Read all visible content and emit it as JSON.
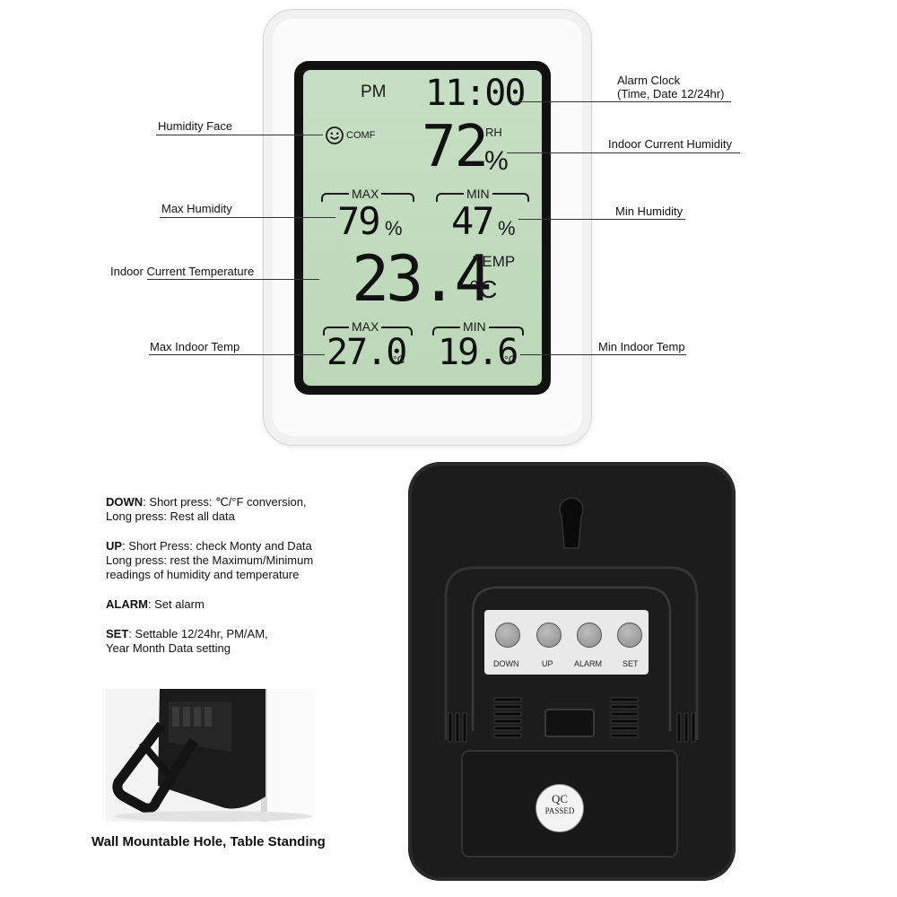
{
  "lcd": {
    "pm": "PM",
    "time": "11:00",
    "comf": "COMF",
    "humidity_value": "72",
    "rh": "RH",
    "percent": "%",
    "max_label": "MAX",
    "min_label": "MIN",
    "max_humidity": "79",
    "min_humidity": "47",
    "temp_value": "23.4",
    "temp_label": "TEMP",
    "celsius": "°C",
    "max_temp": "27.0",
    "min_temp": "19.6"
  },
  "callouts": {
    "alarm_clock_line1": "Alarm Clock",
    "alarm_clock_line2": "(Time, Date 12/24hr)",
    "humidity_face": "Humidity Face",
    "indoor_humidity": "Indoor Current Humidity",
    "max_humidity": "Max Humidity",
    "min_humidity": "Min Humidity",
    "indoor_temp": "Indoor Current Temperature",
    "max_indoor_temp": "Max Indoor Temp",
    "min_indoor_temp": "Min Indoor Temp"
  },
  "instructions": {
    "down_key": "DOWN",
    "down_text1": ":  Short press: ℃/°F conversion,",
    "down_text2": "Long press: Rest all data",
    "up_key": "UP",
    "up_text1": ": Short Press: check Monty and Data",
    "up_text2": "Long press: rest the Maximum/Minimum",
    "up_text3": "readings of humidity and temperature",
    "alarm_key": "ALARM",
    "alarm_text": ": Set alarm",
    "set_key": "SET",
    "set_text1": ": Settable 12/24hr, PM/AM,",
    "set_text2": "Year Month Data setting"
  },
  "caption": "Wall Mountable Hole, Table Standing",
  "back": {
    "buttons": [
      "DOWN",
      "UP",
      "ALARM",
      "SET"
    ],
    "qc_line1": "QC",
    "qc_line2": "PASSED"
  },
  "colors": {
    "lcd_background": "#c2dbbe",
    "device_white": "#fbfbfb",
    "device_black": "#1c1c1c"
  }
}
